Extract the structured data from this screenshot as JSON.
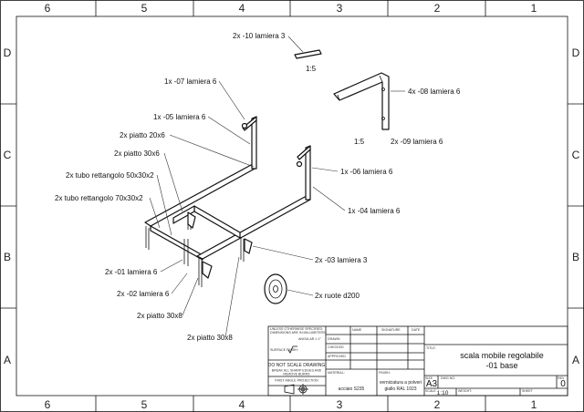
{
  "zones": {
    "cols": [
      "6",
      "5",
      "4",
      "3",
      "2",
      "1"
    ],
    "rows": [
      "D",
      "C",
      "B",
      "A"
    ]
  },
  "annotations": [
    {
      "text": "2x -10 lamiera 3"
    },
    {
      "text": "1:5"
    },
    {
      "text": "4x -08 lamiera 6"
    },
    {
      "text": "1x -07 lamiera 6"
    },
    {
      "text": "1x -05 lamiera 6"
    },
    {
      "text": "2x piatto 20x6"
    },
    {
      "text": "2x piatto 30x6"
    },
    {
      "text": "1:5"
    },
    {
      "text": "2x -09 lamiera 6"
    },
    {
      "text": "1x -06 lamiera 6"
    },
    {
      "text": "2x tubo rettangolo 50x30x2"
    },
    {
      "text": "2x tubo rettangolo 70x30x2"
    },
    {
      "text": "1x -04 lamiera 6"
    },
    {
      "text": "2x -03 lamiera 3"
    },
    {
      "text": "2x -01 lamiera 6"
    },
    {
      "text": "2x -02 lamiera 6"
    },
    {
      "text": "2x ruote d200"
    },
    {
      "text": "2x piatto 30x8"
    },
    {
      "text": "2x piatto 30x8"
    }
  ],
  "title_block": {
    "notes": [
      "UNLESS OTHERWISE SPECIFIED:",
      "DIMENSIONS ARE IN MILLIMETERS",
      "ANGULAR ± 1°",
      "SURFACE FINISH:",
      "DO NOT SCALE DRAWING",
      "BREAK ALL SHARP EDGES AND",
      "REMOVE BURRS",
      "FIRST ANGLE PROJECTION"
    ],
    "headers": {
      "name": "NAME",
      "signature": "SIGNATURE",
      "date": "DATE"
    },
    "roles": [
      "DRAWN",
      "CHECKED",
      "APPROVED"
    ],
    "material_label": "MATERIAL:",
    "material": "acciaio S235",
    "finish_label": "FINISH:",
    "finish_1": "verniciatura a polveri",
    "finish_2": "giallo RAL 1023",
    "title_label": "TITLE:",
    "title_1": "scala mobile regolabile",
    "title_2": "-01 base",
    "size_label": "SIZE",
    "size": "A3",
    "dwg_label": "DWG NO.",
    "rev_label": "REV",
    "rev": "0",
    "scale_label": "SCALE",
    "scale": "1:10",
    "weight_label": "WEIGHT:",
    "sheet_label": "SHEET"
  }
}
